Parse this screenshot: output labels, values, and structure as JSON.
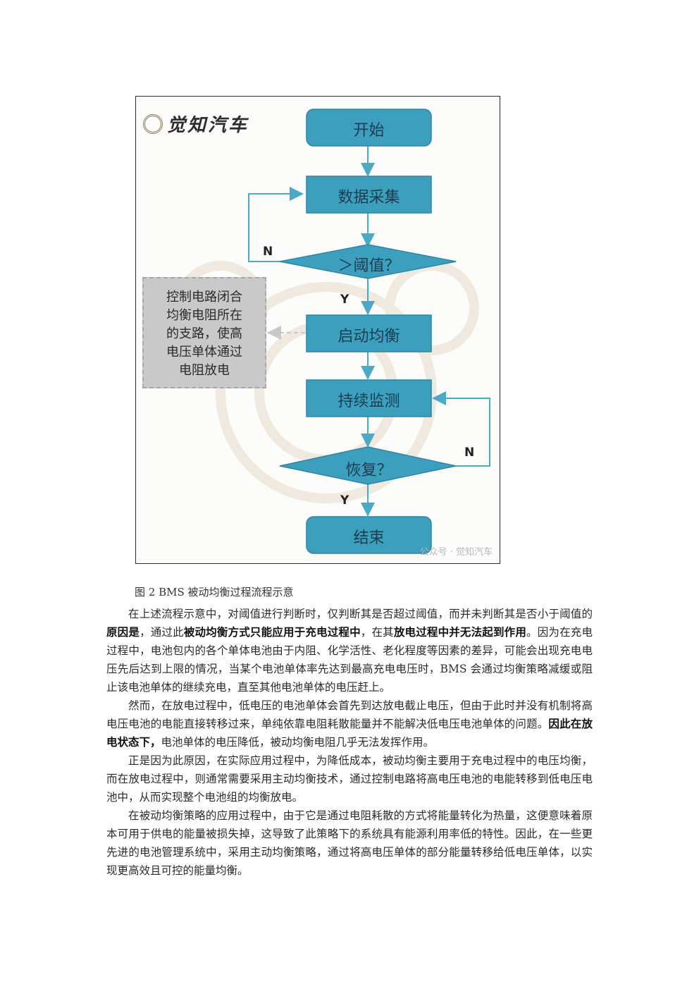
{
  "figure": {
    "brand": "觉知汽车",
    "watermark": "公众号 · 觉知汽车",
    "nodes": {
      "start": "开始",
      "collect": "数据采集",
      "threshold": "＞阈值？",
      "balance": "启动均衡",
      "monitor": "持续监测",
      "recover": "恢复？",
      "end": "结束"
    },
    "branches": {
      "n1": "N",
      "y1": "Y",
      "n2": "N",
      "y2": "Y"
    },
    "note": [
      "控制电路闭合",
      "均衡电阻所在",
      "的支路，使高",
      "电压单体通过",
      "电阻放电"
    ]
  },
  "caption": "图 2 BMS 被动均衡过程流程示意",
  "paragraphs": [
    [
      {
        "t": "在上述流程示意中，对阈值进行判断时，仅判断其是否超过阈值，而并未判断其是否小于阈值的",
        "b": false
      },
      {
        "t": "原因是",
        "b": true
      },
      {
        "t": "，通过此",
        "b": false
      },
      {
        "t": "被动均衡方式只能应用于充电过程中",
        "b": true
      },
      {
        "t": "，在其",
        "b": false
      },
      {
        "t": "放电过程中并无法起到作用",
        "b": true
      },
      {
        "t": "。因为在充电过程中，电池包内的各个单体电池由于内阻、化学活性、老化程度等因素的差异，可能会出现充电电压先后达到上限的情况，当某个电池单体率先达到最高充电电压时，BMS 会通过均衡策略减缓或阻止该电池单体的继续充电，直至其他电池单体的电压赶上。",
        "b": false
      }
    ],
    [
      {
        "t": "然而，在放电过程中，低电压的电池单体会首先到达放电截止电压，但由于此时并没有机制将高电压电池的电能直接转移过来，单纯依靠电阻耗散能量并不能解决低电压电池单体的问题。",
        "b": false
      },
      {
        "t": "因此在放电状态下，",
        "b": true
      },
      {
        "t": "电池单体的电压降低，被动均衡电阻几乎无法发挥作用。",
        "b": false
      }
    ],
    [
      {
        "t": "正是因为此原因，在实际应用过程中，为降低成本，被动均衡主要用于充电过程中的电压均衡，而在放电过程中，则通常需要采用主动均衡技术，通过控制电路将高电压电池的电能转移到低电压电池中，从而实现整个电池组的均衡放电。",
        "b": false
      }
    ],
    [
      {
        "t": "在被动均衡策略的应用过程中，由于它是通过电阻耗散的方式将能量转化为热量，这便意味着原本可用于供电的能量被损失掉，这导致了此策略下的系统具有能源利用率低的特性。因此，在一些更先进的电池管理系统中，采用主动均衡策略，通过将高电压单体的部分能量转移给低电压单体，以实现更高效且可控的能量均衡。",
        "b": false
      }
    ]
  ]
}
